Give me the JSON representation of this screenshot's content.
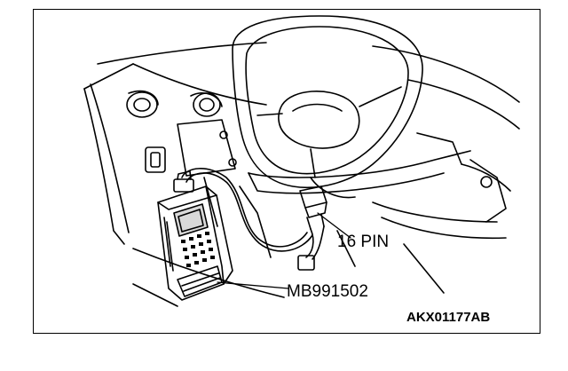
{
  "figure": {
    "connector_label": "16 PIN",
    "tool_label": "MB991502",
    "figure_code": "AKX01177AB"
  },
  "colors": {
    "line": "#000000",
    "background": "#ffffff",
    "screen": "#d9d9d9"
  }
}
